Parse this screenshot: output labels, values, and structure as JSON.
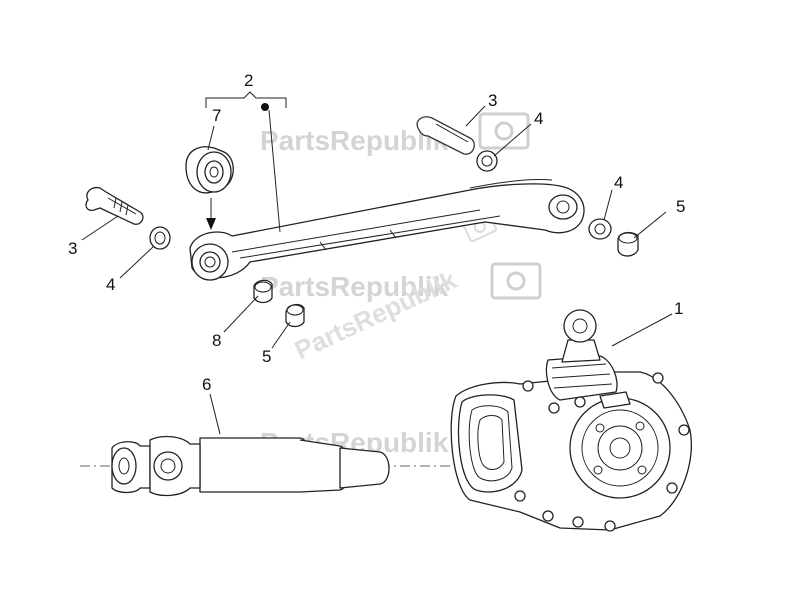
{
  "callouts": {
    "c1": "1",
    "c2": "2",
    "c3_bolt": "3",
    "c3_top": "3",
    "c4_top": "4",
    "c4_right": "4",
    "c4_left": "4",
    "c5_right": "5",
    "c5_bottom": "5",
    "c6": "6",
    "c7": "7",
    "c8": "8"
  },
  "watermark": {
    "text": "PartsRepublik",
    "icon": "gear-flag-icon"
  },
  "colors": {
    "line": "#222222",
    "watermark": "#d4d4d4"
  }
}
